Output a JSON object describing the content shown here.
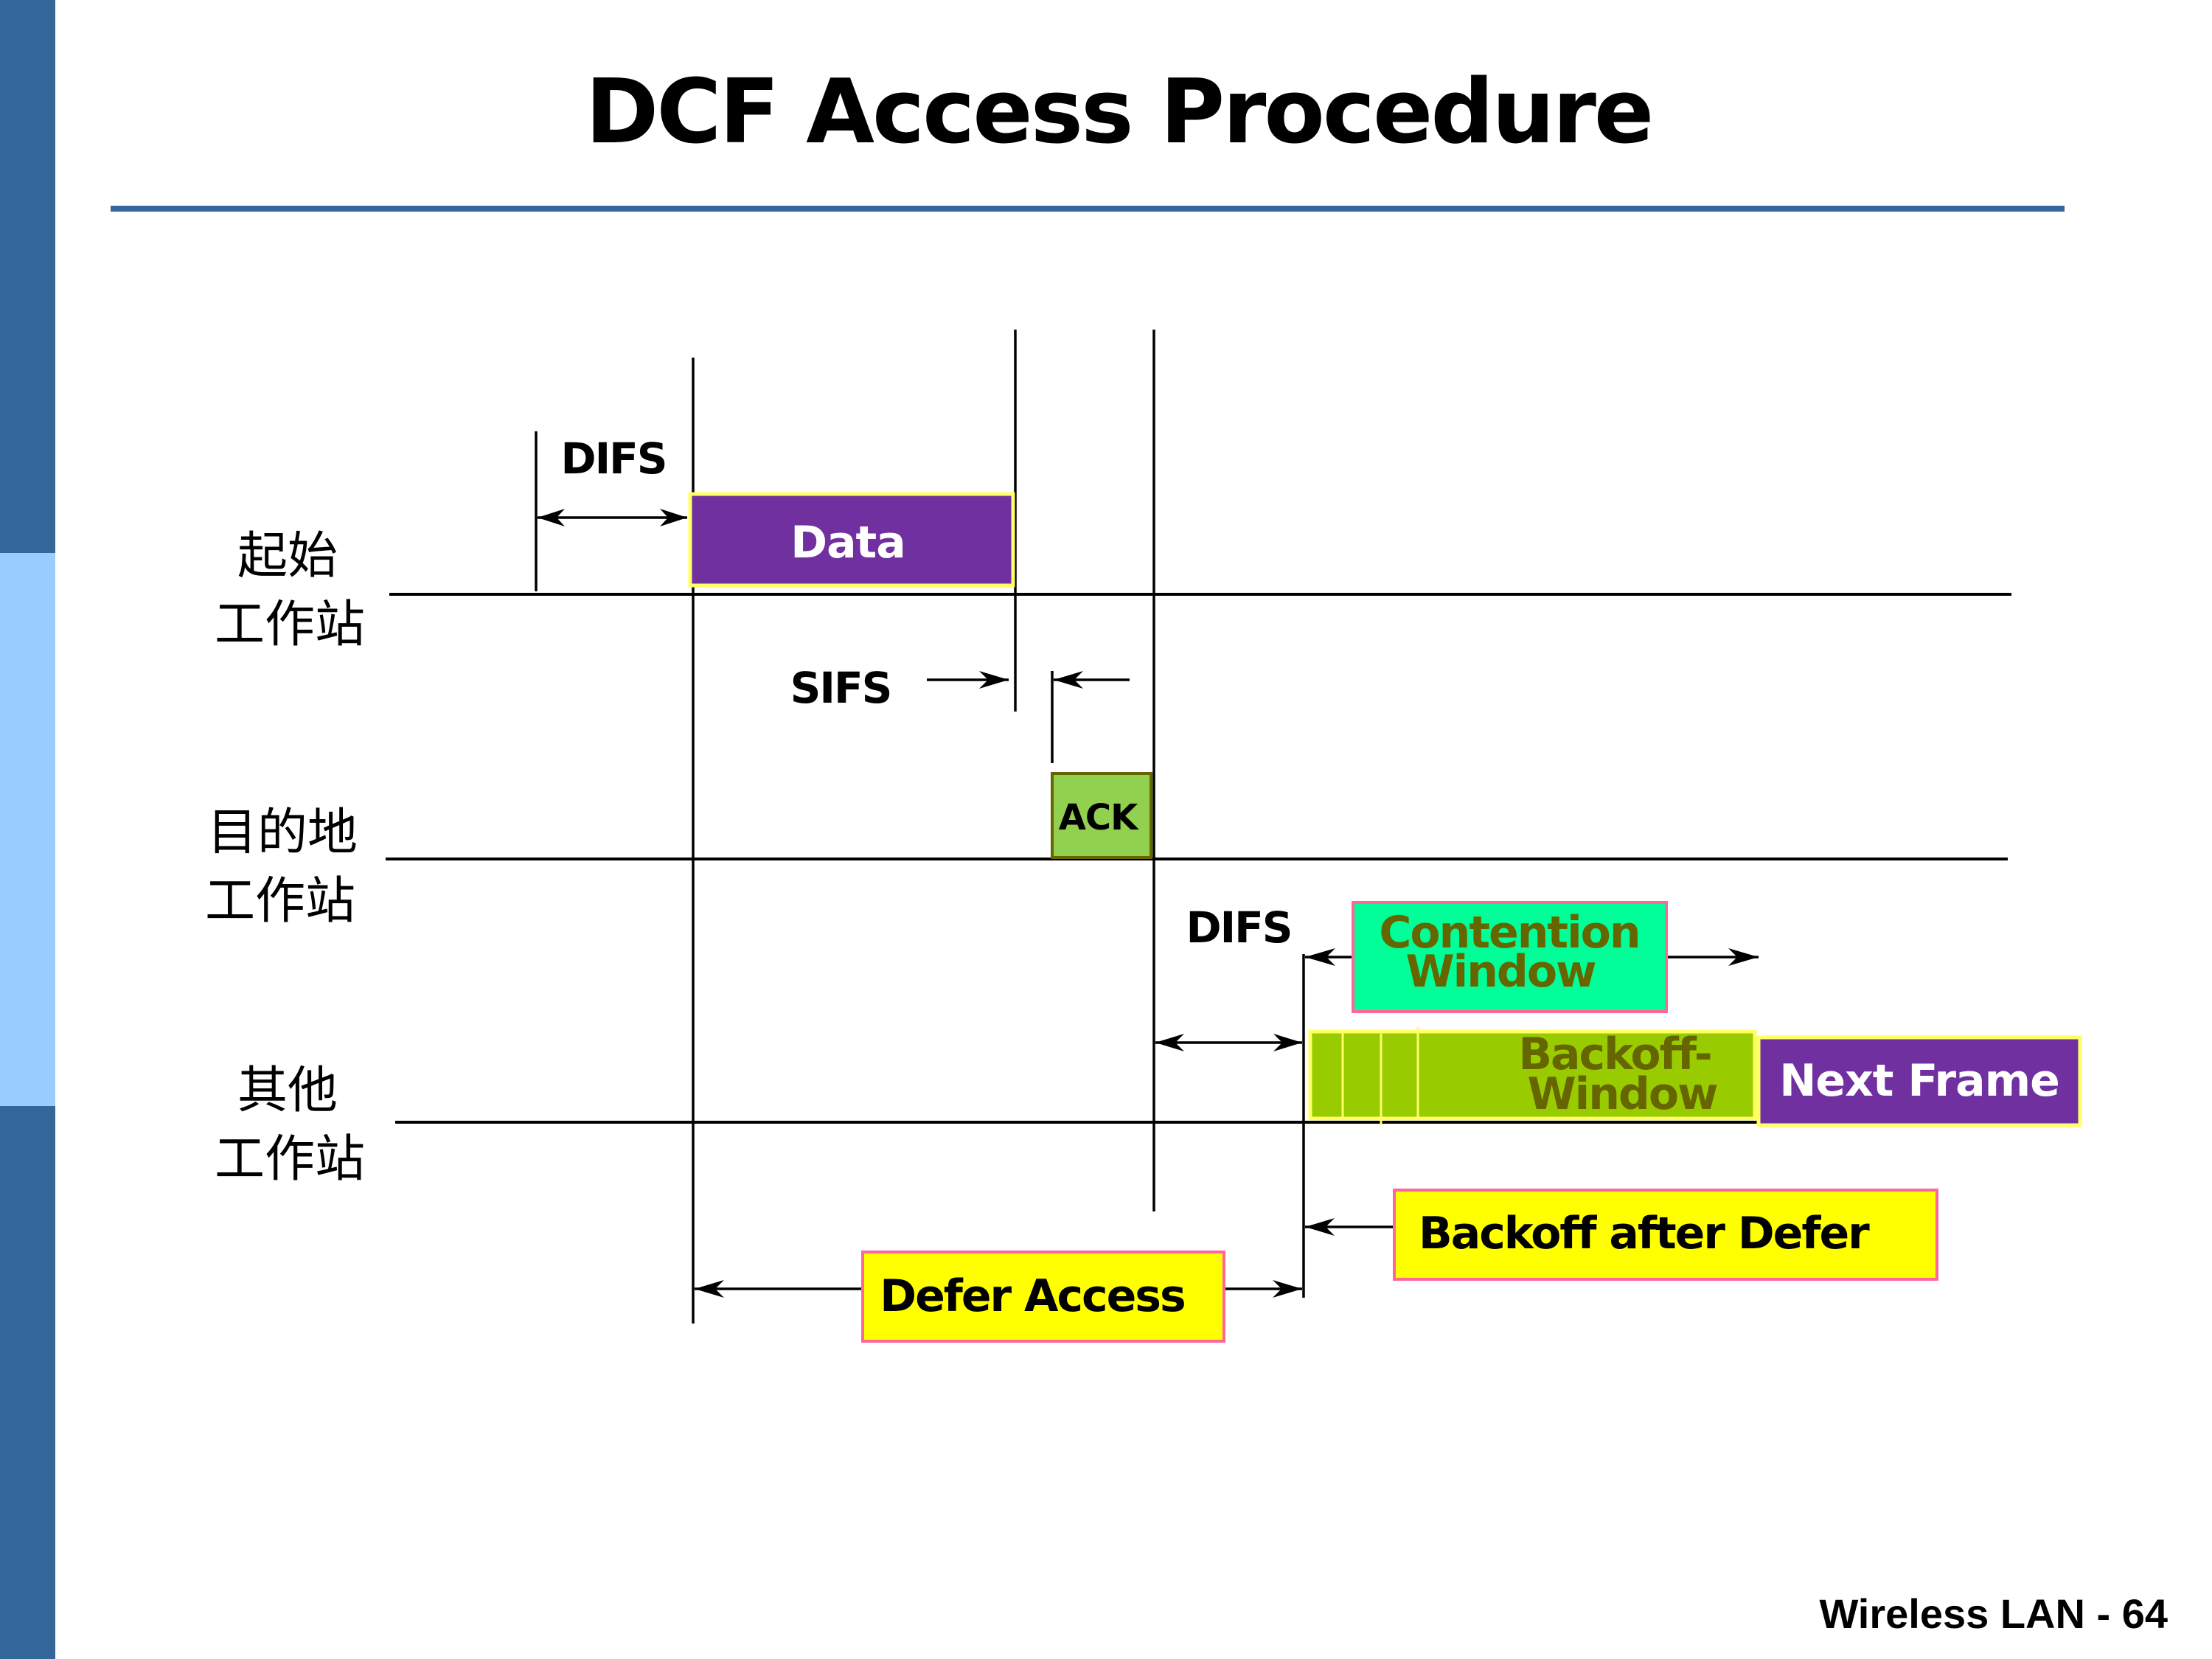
{
  "slide": {
    "title": "DCF Access Procedure",
    "footer": "Wireless LAN - 64"
  },
  "colors": {
    "sidebar_dark": "#336699",
    "sidebar_light": "#99CCFF",
    "title_rule": "#336699",
    "frame_purple": "#7030A0",
    "frame_border_yellow": "#FFFF66",
    "ack_green": "#92D050",
    "ack_border": "#666600",
    "contention_fill": "#00FF99",
    "contention_border": "#FF6699",
    "backoff_fill": "#99CC00",
    "backoff_text": "#666600",
    "callout_yellow": "#FFFF00",
    "callout_border": "#FF6699"
  },
  "stations": [
    {
      "line1": "起始",
      "line2": "工作站"
    },
    {
      "line1": "目的地",
      "line2": "工作站"
    },
    {
      "line1": "其他",
      "line2": "工作站"
    }
  ],
  "labels": {
    "difs_top": "DIFS",
    "sifs": "SIFS",
    "difs_bottom": "DIFS"
  },
  "frames": {
    "data": "Data",
    "ack": "ACK",
    "contention_line1": "Contention",
    "contention_line2": "Window",
    "backoff_line1": "Backoff-",
    "backoff_line2": "Window",
    "next_frame": "Next Frame"
  },
  "callouts": {
    "defer_access": "Defer Access",
    "backoff_after_defer": "Backoff after Defer"
  }
}
